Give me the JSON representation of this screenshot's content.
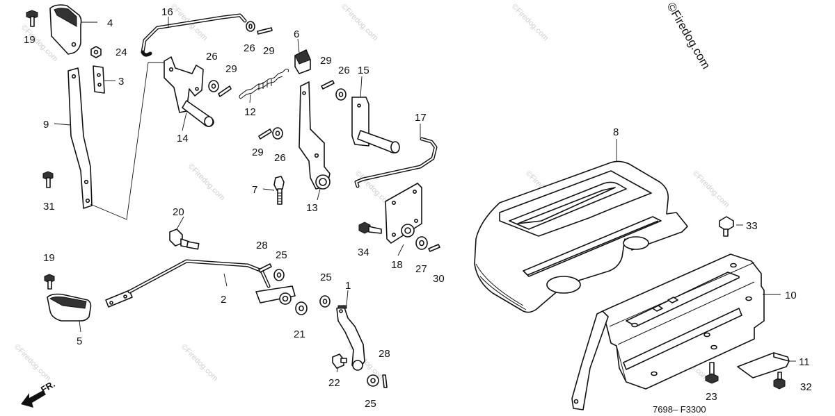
{
  "copyright": "©Firedog.com",
  "watermark": "©Firedog.com",
  "front_marker": "FR.",
  "diagram_code": "7698– F3300",
  "callouts": {
    "c1": "1",
    "c2": "2",
    "c3": "3",
    "c4": "4",
    "c5": "5",
    "c6": "6",
    "c7": "7",
    "c8": "8",
    "c9": "9",
    "c10": "10",
    "c11": "11",
    "c12": "12",
    "c13": "13",
    "c14": "14",
    "c15": "15",
    "c16": "16",
    "c17": "17",
    "c18": "18",
    "c19": "19",
    "c20": "20",
    "c21": "21",
    "c22": "22",
    "c23": "23",
    "c24": "24",
    "c25": "25",
    "c26": "26",
    "c27": "27",
    "c28": "28",
    "c29": "29",
    "c30": "30",
    "c31": "31",
    "c32": "32",
    "c33": "33",
    "c34": "34"
  }
}
